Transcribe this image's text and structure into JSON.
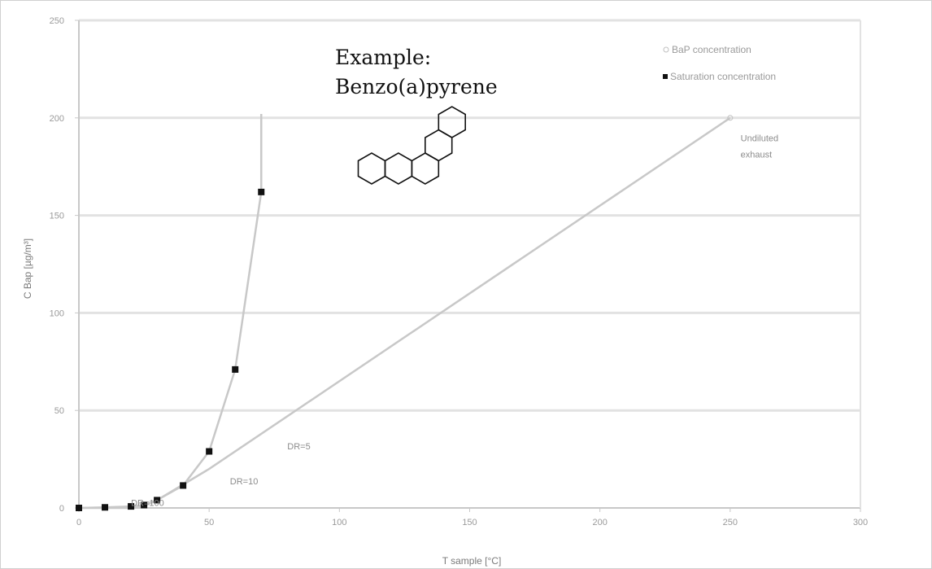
{
  "chart_data": {
    "type": "scatter",
    "xlabel": "T sample [°C]",
    "ylabel": "C Bap [µg/m³]",
    "xlim": [
      0,
      300
    ],
    "ylim": [
      0,
      250
    ],
    "x_ticks": [
      "0",
      "50",
      "100",
      "150",
      "200",
      "250",
      "300"
    ],
    "y_ticks": [
      "0",
      "50",
      "100",
      "150",
      "200",
      "250"
    ],
    "grid": "horizontal",
    "legend_position": "top-right",
    "series": [
      {
        "name": "BaP concentration",
        "style": "line",
        "color": "#c8c8c8",
        "x": [
          0,
          10,
          20,
          25,
          30,
          40,
          50,
          250
        ],
        "y": [
          0,
          0,
          0,
          1,
          4,
          12,
          20,
          200
        ]
      },
      {
        "name": "Saturation concentration",
        "style": "markers-with-line",
        "color": "#111111",
        "line_color": "#c8c8c8",
        "x": [
          0,
          10,
          20,
          25,
          30,
          40,
          50,
          60,
          70
        ],
        "y": [
          0,
          0.3,
          0.8,
          1.5,
          4,
          11.5,
          29,
          71,
          162
        ]
      }
    ],
    "saturation_curve_end": [
      70,
      202
    ],
    "annotations": [
      {
        "text": "Undiluted exhaust",
        "lines": [
          "Undiluted",
          "exhaust"
        ],
        "x": 254,
        "y": 188
      },
      {
        "text": "DR=5",
        "x": 80,
        "y": 30
      },
      {
        "text": "DR=10",
        "x": 58,
        "y": 12
      },
      {
        "text": "DR=100",
        "x": 20,
        "y": 1
      }
    ],
    "example_title_line1": "Example:",
    "example_title_line2": "Benzo(a)pyrene"
  },
  "colors": {
    "grid": "#e2e2e2",
    "axis": "#c8c8c8",
    "marker": "#111111",
    "line": "#c8c8c8"
  },
  "icons": {
    "molecule": "benzo-a-pyrene-structure-icon"
  }
}
